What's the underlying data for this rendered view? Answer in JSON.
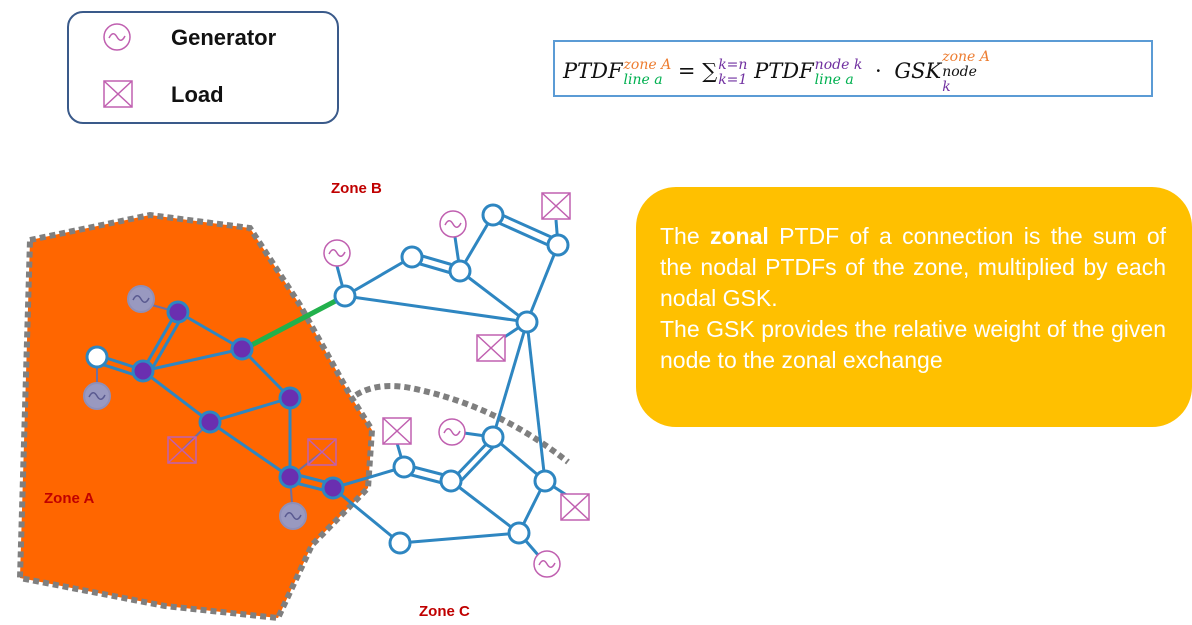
{
  "legend": {
    "generator_label": "Generator",
    "load_label": "Load"
  },
  "formula": {
    "lhs_base": "PTDF",
    "lhs_sup": "zone A",
    "lhs_sub": "line a",
    "equals": "=",
    "sum": "∑",
    "sum_upper": "k=n",
    "sum_lower": "k=1",
    "term1_base": "PTDF",
    "term1_sup": "node k",
    "term1_sub": "line a",
    "dot": "·",
    "term2_base": "GSK",
    "term2_sup": "zone A",
    "term2_sub_a": "node ",
    "term2_sub_b": "k"
  },
  "info": {
    "line1_pre": "The ",
    "line1_bold": "zonal",
    "line1_post": " PTDF of a connection is the sum of the nodal PTDFs of the zone, multiplied by each nodal GSK.",
    "line2": "The GSK provides the relative weight of the given node to the zonal exchange"
  },
  "zones": {
    "a": "Zone A",
    "b": "Zone B",
    "c": "Zone C"
  },
  "colors": {
    "zone_a_fill": "#ff6600",
    "zone_border": "#7f7f7f",
    "network_line": "#2e86c1",
    "highlight_line": "#22b14c",
    "zone_a_node": "#6a2fb0",
    "generator_symbol": "#c060b0",
    "info_box": "#ffc000",
    "zone_label": "#c00000"
  }
}
